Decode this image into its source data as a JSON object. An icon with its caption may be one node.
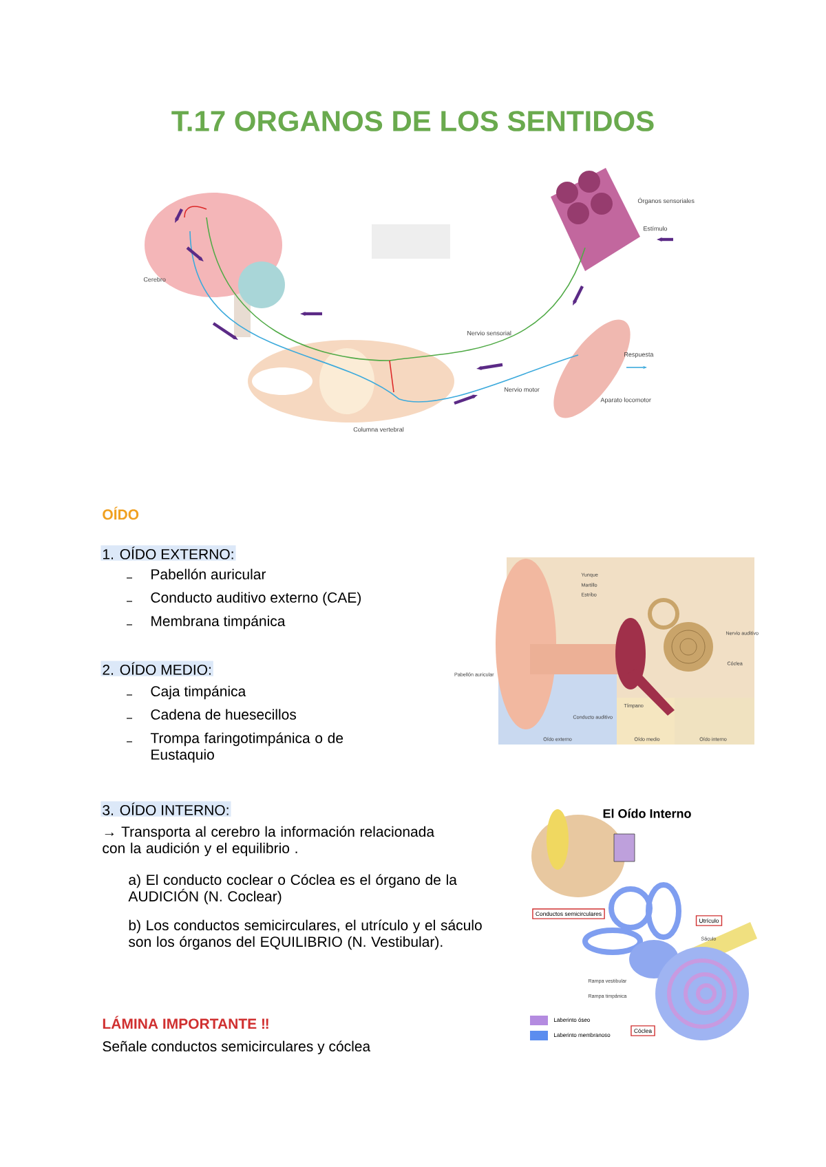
{
  "diagram": {
    "title": "T.17 ORGANOS DE LOS SENTIDOS",
    "nodes": [
      {
        "text": [
          "Conductos semicirculares"
        ]
      },
      {
        "text": [
          "Utrículo"
        ]
      },
      {
        "text": [
          "Cóclea"
        ]
      }
    ],
    "labels": [
      "Cerebro",
      "Órganos sensoriales",
      "Estímulo",
      "Nervio sensorial",
      "Respuesta",
      "Nervio motor",
      "Aparato locomotor",
      "Columna vertebral",
      "OÍDO",
      "1. OÍDO EXTERNO:",
      "Pabellón auricular",
      "Conducto auditivo externo (CAE)",
      "Membrana timpánica",
      "2. OÍDO MEDIO:",
      "Caja timpánica",
      "Cadena de huesecillos",
      "Trompa faringotimpánica o de Eustaquio",
      "3. OÍDO INTERNO:",
      "→ Transporta al cerebro la información relacionada con la audición y el equilibrio .",
      "a) El conducto coclear o Cóclea es el órgano de la AUDICIÓN (N. Coclear)",
      "b) Los conductos semicirculares, el utrículo y el sáculo son los órganos del EQUILIBRIO (N. Vestibular).",
      "LÁMINA IMPORTANTE ‼",
      "Señale conductos semicirculares y cóclea",
      "Yunque",
      "Martillo",
      "Estribo",
      "Nervio auditivo",
      "Cóclea",
      "Pabellón auricular",
      "Tímpano",
      "Conducto auditivo",
      "Oído externo",
      "Oído medio",
      "Oído interno",
      "El Oído Interno",
      "Sáculo",
      "Rampa vestibular",
      "Rampa timpánica"
    ],
    "legend": [
      {
        "text": "Laberinto óseo",
        "color": "#b48be0"
      },
      {
        "text": "Laberinto membranoso",
        "color": "#5b8def"
      }
    ]
  }
}
